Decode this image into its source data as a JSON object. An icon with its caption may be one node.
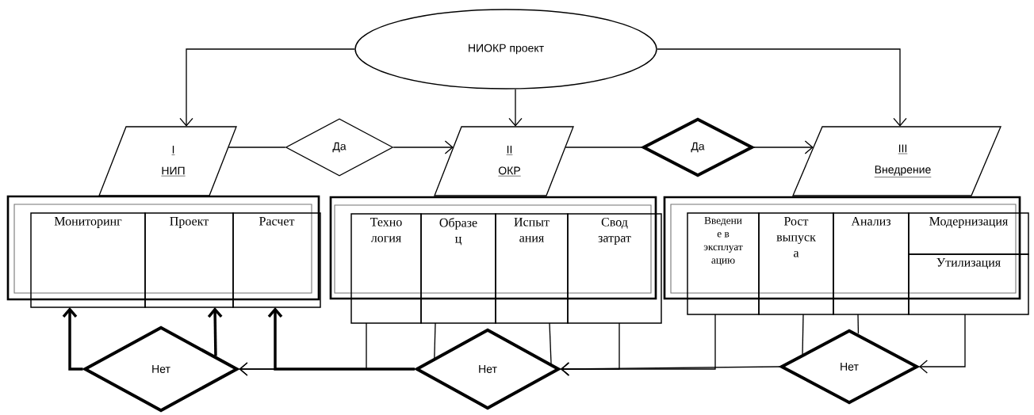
{
  "diagram": {
    "nodes": [
      {
        "text": [
          "НИОКР проект"
        ]
      },
      {
        "text": [
          "I",
          "НИП"
        ]
      },
      {
        "text": [
          "Да"
        ]
      },
      {
        "text": [
          "II",
          "ОКР"
        ]
      },
      {
        "text": [
          "Да"
        ]
      },
      {
        "text": [
          "III",
          "Внедрение"
        ]
      },
      {
        "text": [
          "Мониторинг"
        ]
      },
      {
        "text": [
          "Проект"
        ]
      },
      {
        "text": [
          "Расчет"
        ]
      },
      {
        "text": [
          "Техно логия"
        ]
      },
      {
        "text": [
          "Образе ц"
        ]
      },
      {
        "text": [
          "Испыт ания"
        ]
      },
      {
        "text": [
          "Свод затрат"
        ]
      },
      {
        "text": [
          "Введени е в эксплуат ацию"
        ]
      },
      {
        "text": [
          "Рост выпуск а"
        ]
      },
      {
        "text": [
          "Анализ"
        ]
      },
      {
        "text": [
          "Модернизация"
        ]
      },
      {
        "text": [
          "Утилизация"
        ]
      },
      {
        "text": [
          "Нет"
        ]
      },
      {
        "text": [
          "Нет"
        ]
      },
      {
        "text": [
          "Нет"
        ]
      }
    ],
    "edges": [
      {
        "from": 0,
        "to": 1,
        "arrow": "to"
      },
      {
        "from": 0,
        "to": 3,
        "arrow": "to"
      },
      {
        "from": 0,
        "to": 5,
        "arrow": "to"
      },
      {
        "from": 1,
        "to": 2,
        "arrow": "none"
      },
      {
        "from": 2,
        "to": 3,
        "arrow": "to"
      },
      {
        "from": 3,
        "to": 4,
        "arrow": "none"
      },
      {
        "from": 4,
        "to": 5,
        "arrow": "to"
      },
      {
        "from": 18,
        "to": 6,
        "arrow": "to",
        "style": "thick"
      },
      {
        "from": 18,
        "to": 7,
        "arrow": "to",
        "style": "thick"
      },
      {
        "from": 19,
        "to": 18,
        "arrow": "to"
      },
      {
        "from": 19,
        "to": 8,
        "arrow": "to",
        "style": "thick"
      },
      {
        "from": 9,
        "to": 18,
        "arrow": "to"
      },
      {
        "from": 10,
        "to": 19,
        "arrow": "none"
      },
      {
        "from": 11,
        "to": 19,
        "arrow": "none"
      },
      {
        "from": 12,
        "to": 19,
        "arrow": "to"
      },
      {
        "from": 20,
        "to": 19,
        "arrow": "to"
      },
      {
        "from": 13,
        "to": 19,
        "arrow": "to"
      },
      {
        "from": 14,
        "to": 20,
        "arrow": "none"
      },
      {
        "from": 15,
        "to": 20,
        "arrow": "none"
      },
      {
        "from": 17,
        "to": 20,
        "arrow": "to"
      }
    ]
  }
}
